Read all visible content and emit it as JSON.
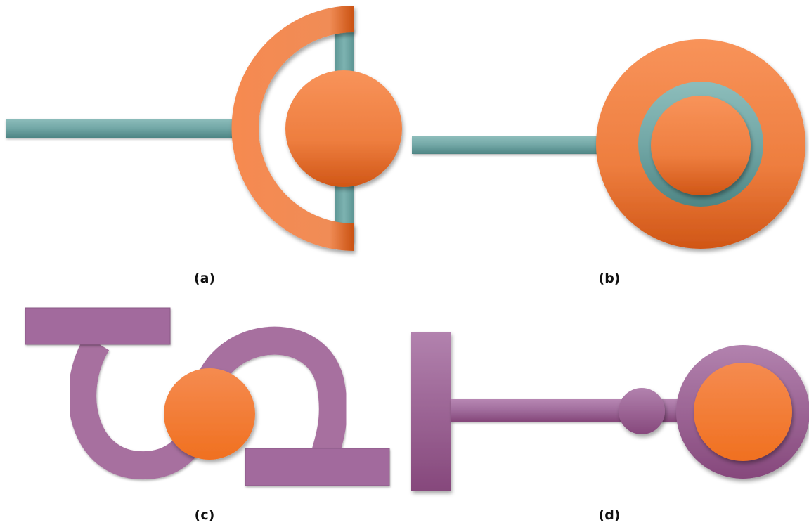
{
  "panels": [
    {
      "id": "a",
      "caption": "(a)"
    },
    {
      "id": "b",
      "caption": "(b)"
    },
    {
      "id": "c",
      "caption": "(c)"
    },
    {
      "id": "d",
      "caption": "(d)"
    }
  ],
  "colors": {
    "orange_light": "#F79660",
    "orange_dark": "#D25714",
    "orange_ball": "#F08A3C",
    "teal": "#76ABAA",
    "teal_dark": "#4E8584",
    "purple": "#A36A9E",
    "purple_light": "#B07DAC",
    "purple_dark": "#844679"
  }
}
